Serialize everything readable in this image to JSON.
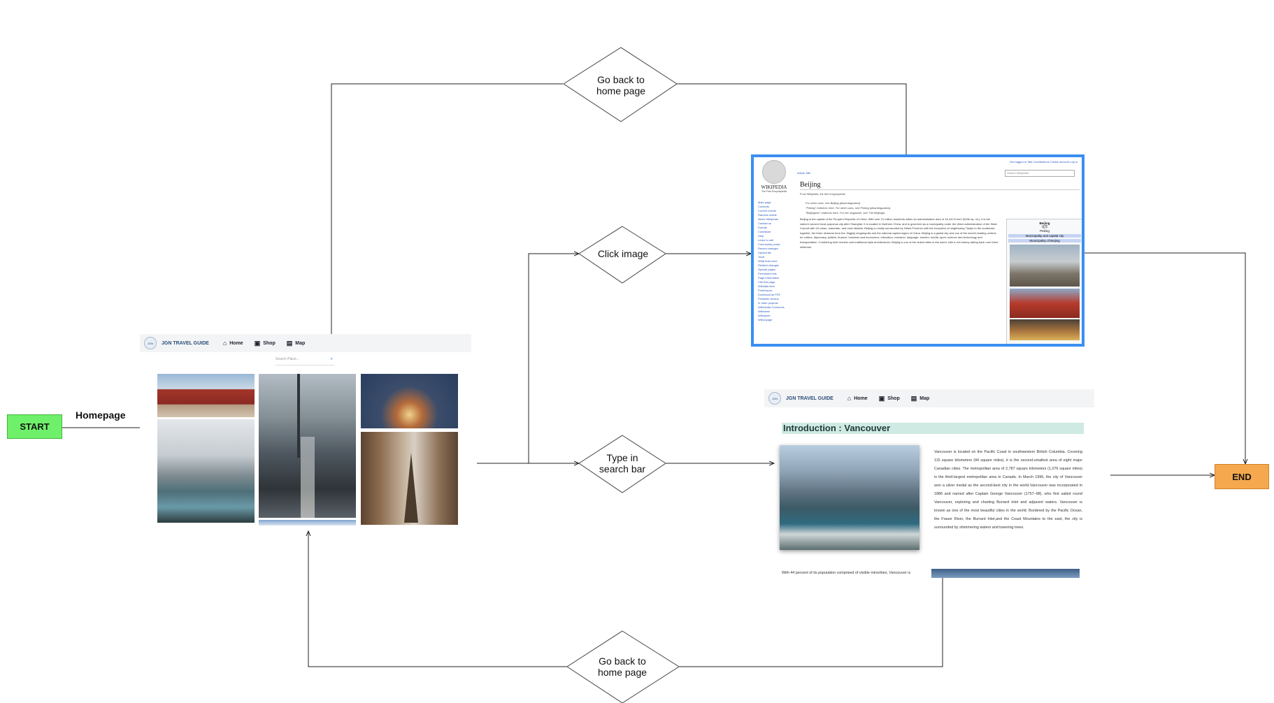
{
  "nodes": {
    "start": "START",
    "end": "END",
    "homepage": "Homepage"
  },
  "decisions": {
    "go_back_top": [
      "Go back to",
      "home page"
    ],
    "click_image": [
      "Click image"
    ],
    "type_search": [
      "Type in",
      "search bar"
    ],
    "go_back_bottom": [
      "Go back to",
      "home page"
    ]
  },
  "app": {
    "brand": "JGN TRAVEL GUIDE",
    "logo": "JGN",
    "nav": [
      "Home",
      "Shop",
      "Map"
    ],
    "search_placeholder": "Search Place..."
  },
  "vancouver_page": {
    "heading": "Introduction : Vancouver",
    "paragraph": "Vancouver is located on the Pacific Coast in southwestern British Columbia. Covering 115 square kilometers (44 square miles), it is the second-smallest area of eight major Canadian cities. The metropolitan area of 2,787 square kilometers (1,076 square miles) is the third-largest metropolitan area in Canada. In March 1996, the city of Vancouver won a silver medal as the second-best city in the world.Vancouver was incorporated in 1886 and named after Captain George Vancouver (1757–98), who first sailed round Vancouver, exploring and charting Burrard inlet and adjacent waters. Vancouver is known as one of the most beautiful cities in the world. Bordered by the Pacific Ocean, the Fraser River, the Burrard Inlet,and the Coast Mountains to the east, the city is surrounded by shimmering waters and towering trees.",
    "footer_text": "With 44 percent of its population comprised of visible minorities, Vancouver is"
  },
  "wikipedia_page": {
    "logo": "WIKIPEDIA",
    "tagline": "The Free Encyclopedia",
    "title": "Beijing",
    "from": "From Wikipedia, the free encyclopedia",
    "tabs": "Article   Talk",
    "top_links": "Not logged in   Talk   Contributions   Create account   Log in",
    "search": "Search Wikipedia",
    "sidebar": [
      "Main page",
      "Contents",
      "Current events",
      "Random article",
      "About Wikipedia",
      "Contact us",
      "Donate",
      "Contribute",
      "Help",
      "Learn to edit",
      "Community portal",
      "Recent changes",
      "Upload file",
      "Tools",
      "What links here",
      "Related changes",
      "Special pages",
      "Permanent link",
      "Page information",
      "Cite this page",
      "Wikidata item",
      "Print/export",
      "Download as PDF",
      "Printable version",
      "In other projects",
      "Wikimedia Commons",
      "Wikinews",
      "Wikiquote",
      "Wikivoyage"
    ],
    "hatnotes": [
      "For other uses, see Beijing (disambiguation).",
      "\"Peking\" redirects here. For other uses, see Peking (disambiguation).",
      "\"Beijingese\" redirects here. For the magazine, see The Beijinger."
    ],
    "body": "Beijing is the capital of the People's Republic of China. With over 21 million residents within an administrative area of 16,410.5 km2 (6336 sq. mi.), it is the nation's second most populous city after Shanghai. It is located in Northern China, and is governed as a municipality under the direct administration of the State Council with 16 urban, suburban, and rural districts. Beijing is mostly surrounded by Hebei Province with the exception of neighboring Tianjin to the southeast; together, the three divisions form the Jingjinji megalopolis and the national capital region of China. Beijing is a global city and one of the world's leading centres for culture, diplomacy, politics, finance, business and economics, education, research, language, tourism, media, sport, science and technology and transportation. Combining both modern and traditional style architectures, Beijing is one of the oldest cities in the world, with a rich history dating back over three millennia.",
    "infobox": [
      "Beijing",
      "北京",
      "Peking",
      "Municipality and capital city",
      "Municipality of Beijing"
    ]
  },
  "colors": {
    "start": "#6ff06a",
    "end": "#f5a84d",
    "wiki_border": "#3b8ff0",
    "intro_bg": "#cfe9e3"
  }
}
